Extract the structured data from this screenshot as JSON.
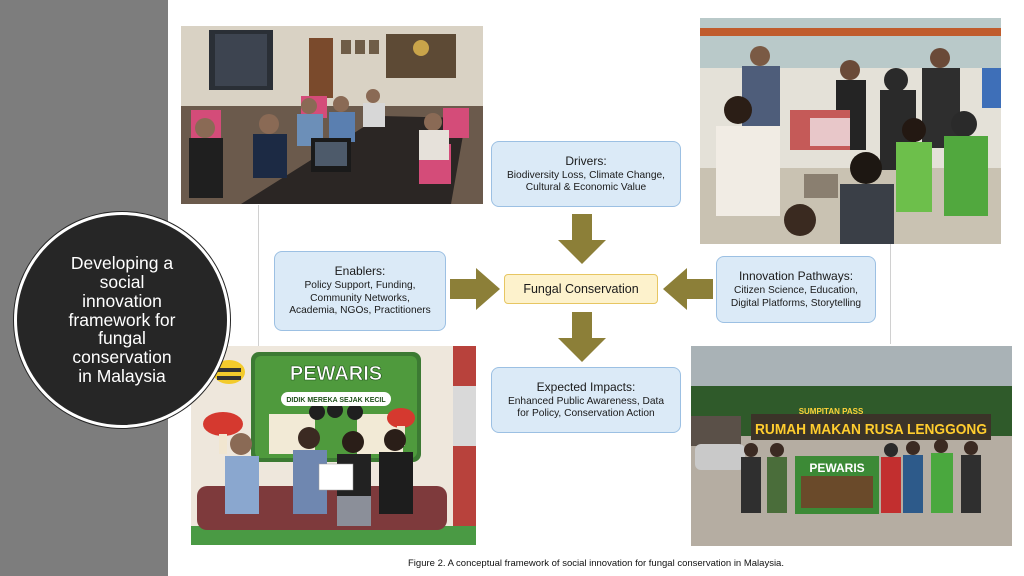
{
  "title": "Developing a\nsocial\ninnovation\nframework for\nfungal\nconservation\nin Malaysia",
  "center": "Fungal Conservation",
  "drivers": {
    "heading": "Drivers:",
    "body": "Biodiversity Loss, Climate Change,\nCultural & Economic Value"
  },
  "enablers": {
    "heading": "Enablers:",
    "body": "Policy Support, Funding,\nCommunity Networks,\nAcademia, NGOs, Practitioners"
  },
  "pathways": {
    "heading": "Innovation Pathways:",
    "body": "Citizen Science, Education,\nDigital Platforms, Storytelling"
  },
  "impacts": {
    "heading": "Expected Impacts:",
    "body": "Enhanced Public Awareness, Data\nfor Policy, Conservation Action"
  },
  "photos": {
    "bottom_left_banner_title": "PEWARIS",
    "bottom_left_banner_subtitle": "DIDIK MEREKA SEJAK KECIL",
    "bottom_right_sign_top": "SUMPITAN PASS",
    "bottom_right_sign": "RUMAH MAKAN RUSA LENGGONG",
    "bottom_right_banner_title": "PEWARIS"
  },
  "caption": "Figure 2. A conceptual framework of social innovation for fungal conservation in Malaysia.",
  "colors": {
    "box_fill": "#dbeaf7",
    "box_border": "#9cc0e3",
    "center_fill": "#fdf2cc",
    "center_border": "#e7c662",
    "arrow": "#8c7f38",
    "sidebar": "#7d7d7d",
    "circle": "#262626"
  }
}
